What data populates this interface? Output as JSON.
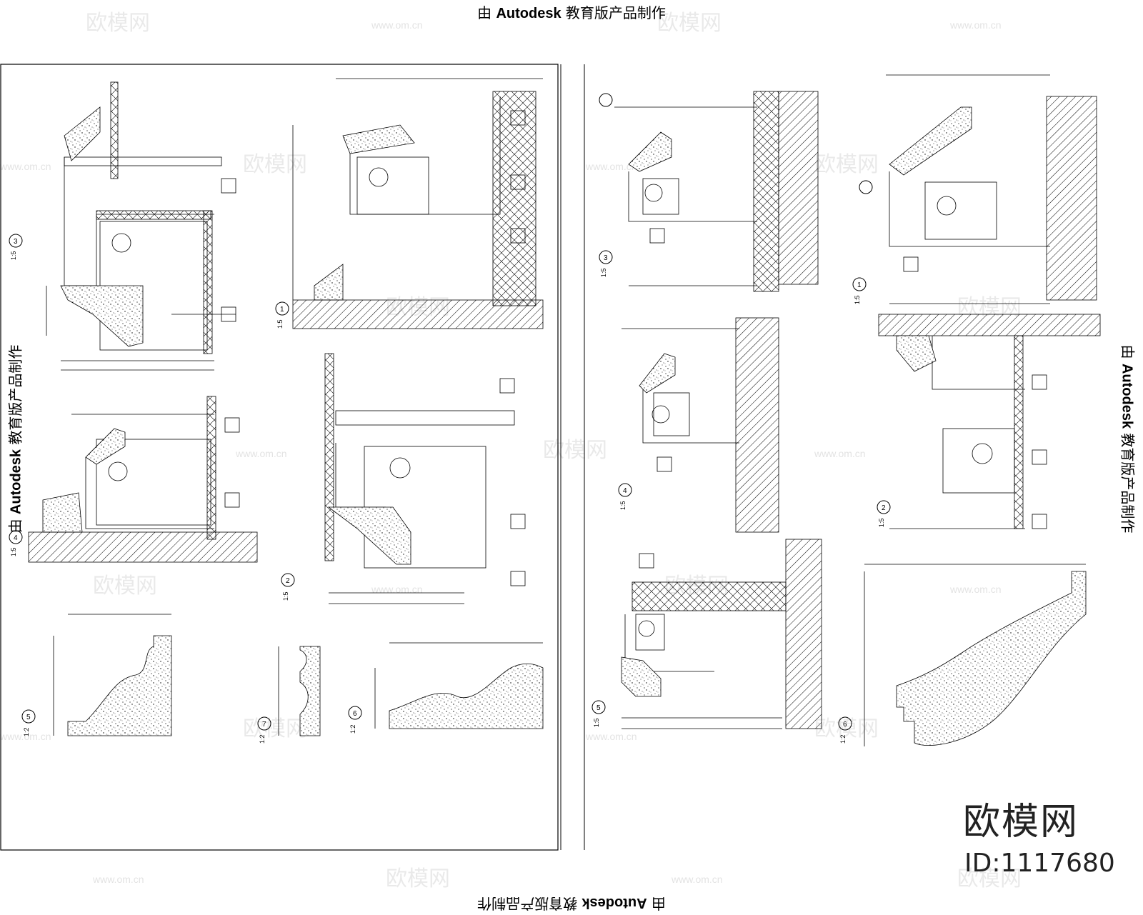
{
  "edu_stamp": {
    "prefix": "由",
    "brand": "Autodesk",
    "suffix": "教育版产品制作"
  },
  "watermark": {
    "logo_text": "欧模网",
    "site": "www.om.cn",
    "id_label": "ID:1117680"
  },
  "details": [
    {
      "num": "3",
      "scale": "1:5"
    },
    {
      "num": "1",
      "scale": "1:5"
    },
    {
      "num": "4",
      "scale": "1:5"
    },
    {
      "num": "2",
      "scale": "1:5"
    },
    {
      "num": "5",
      "scale": "1:2"
    },
    {
      "num": "7",
      "scale": "1:2"
    },
    {
      "num": "6",
      "scale": "1:2"
    },
    {
      "num": "3",
      "scale": "1:5"
    },
    {
      "num": "1",
      "scale": "1:5"
    },
    {
      "num": "4",
      "scale": "1:5"
    },
    {
      "num": "2",
      "scale": "1:5"
    },
    {
      "num": "5",
      "scale": "1:5"
    },
    {
      "num": "6",
      "scale": "1:2"
    }
  ]
}
